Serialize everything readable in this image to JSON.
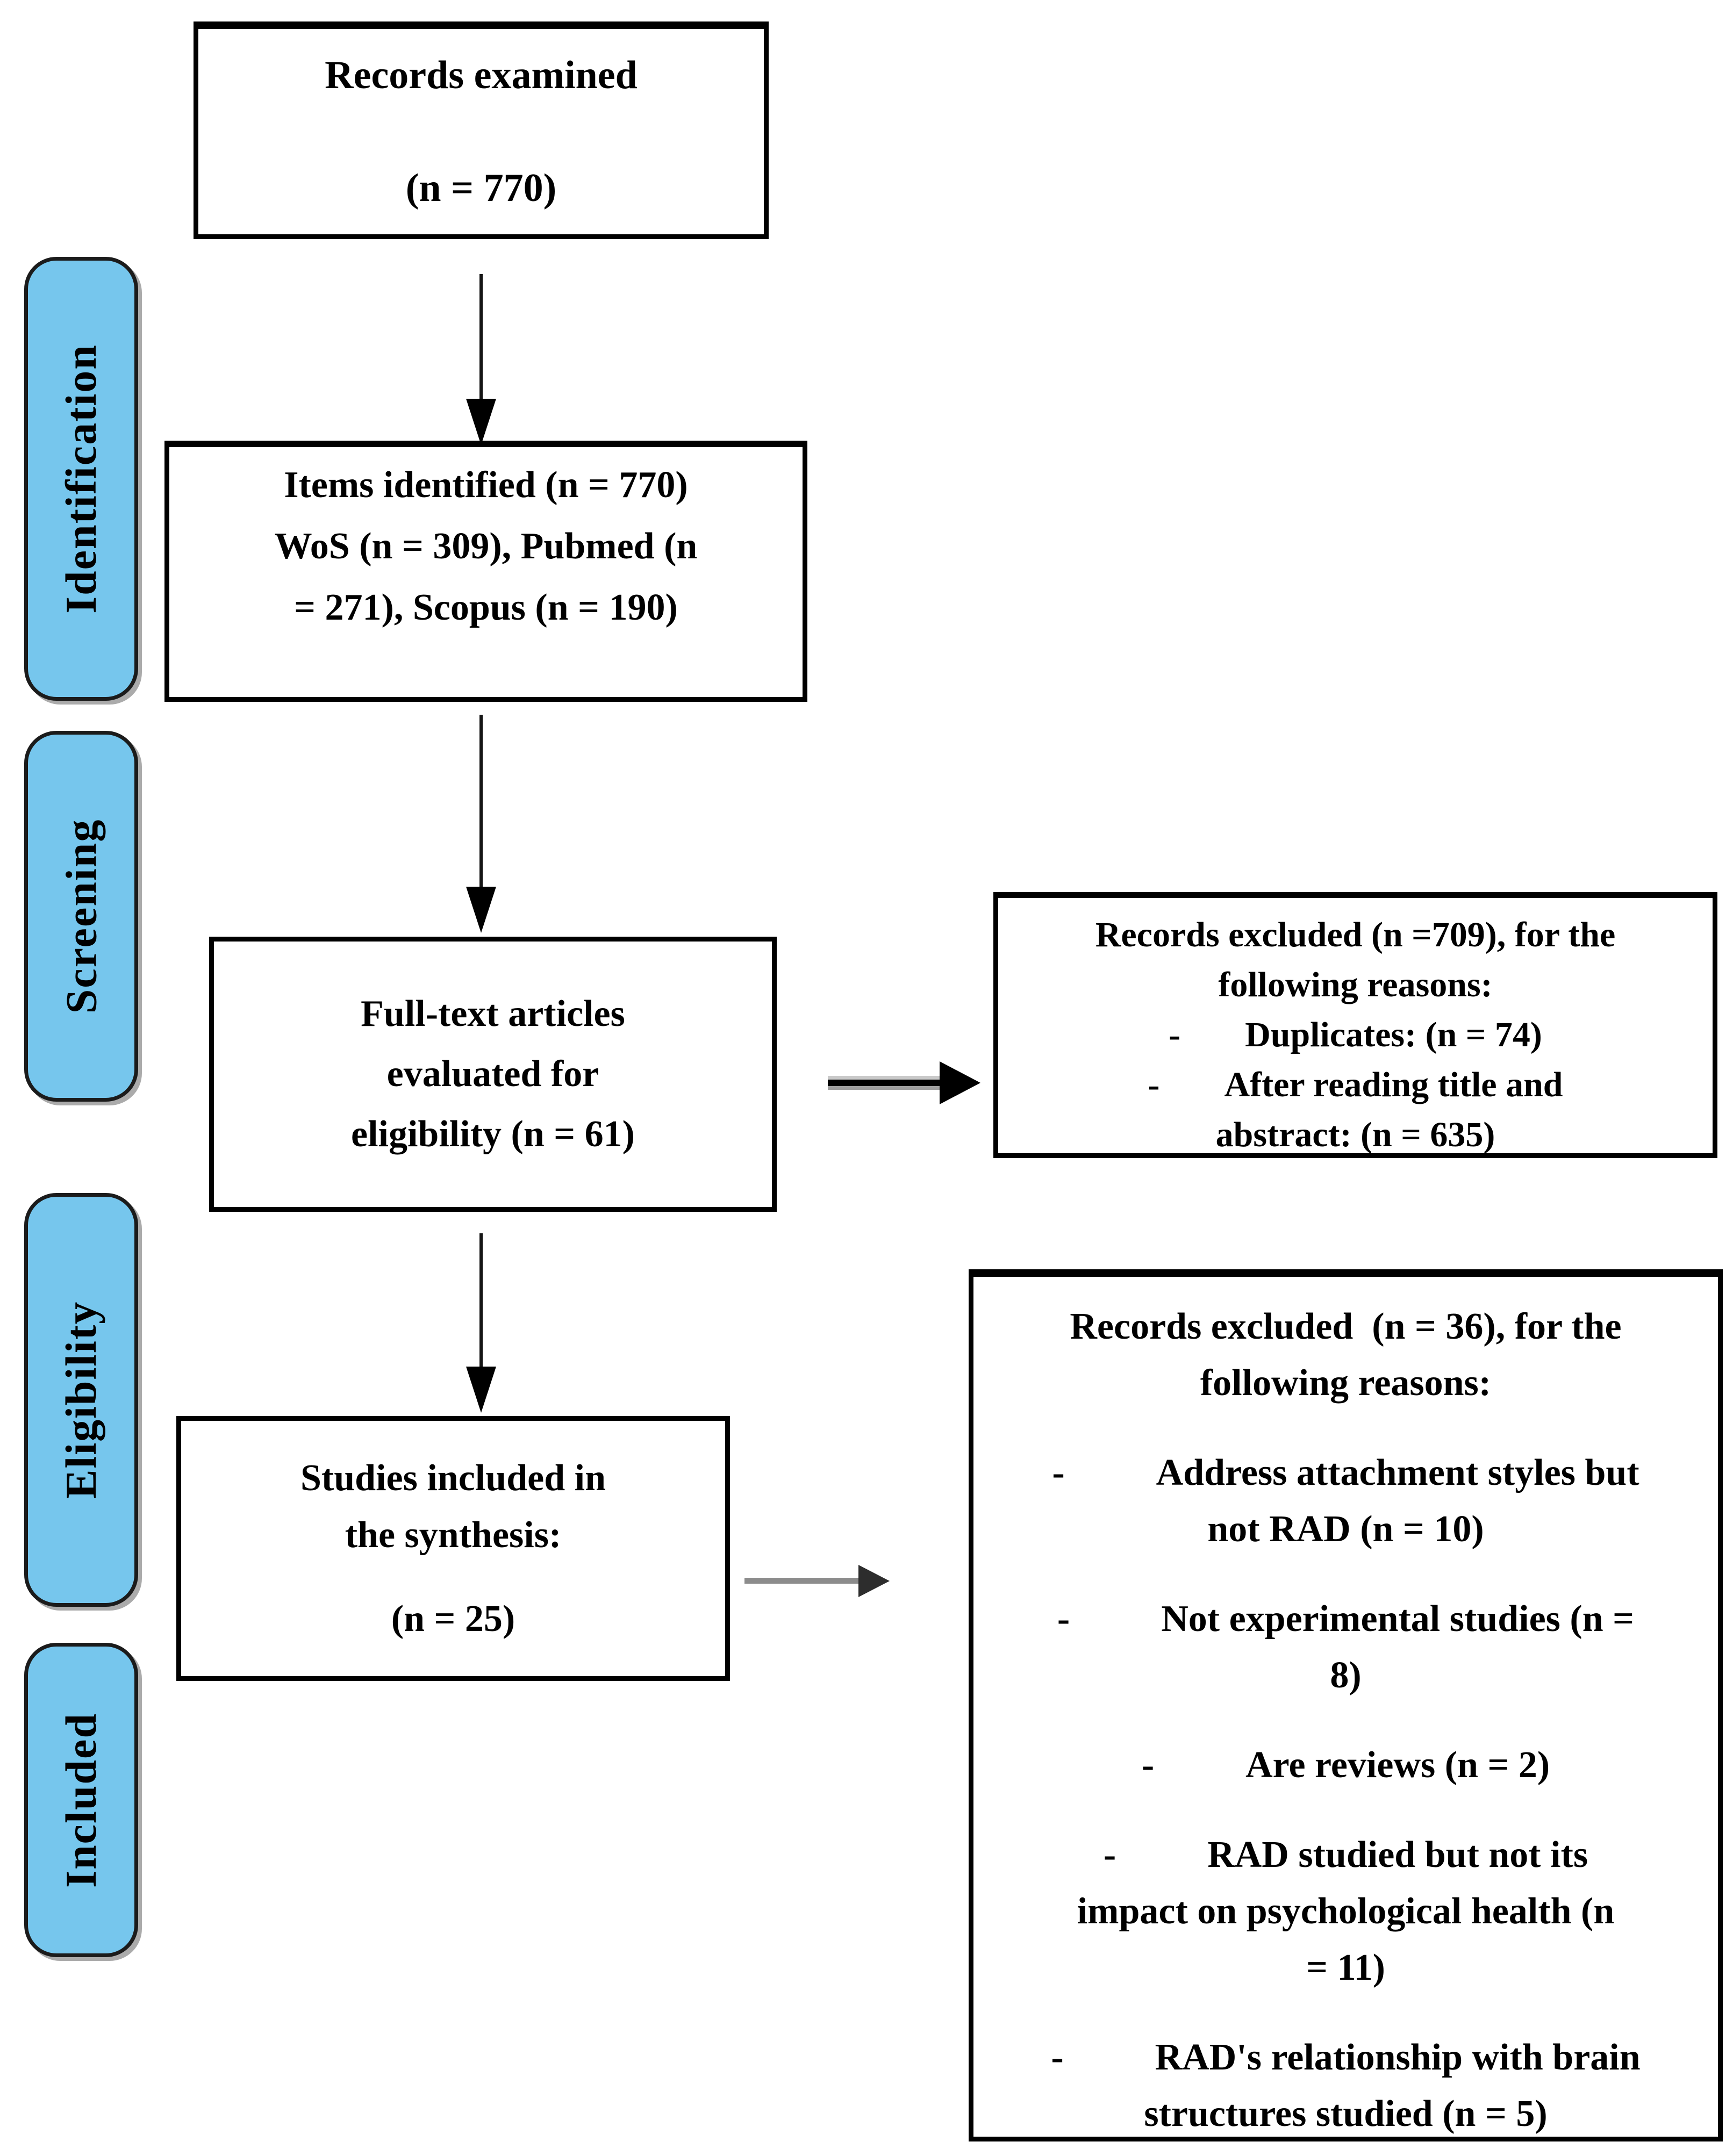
{
  "colors": {
    "background": "#FFFFFF",
    "stage_fill": "#76C6ED",
    "stage_border": "#1B1B1B",
    "box_border": "#000000",
    "arrow_black": "#000000",
    "arrow_gray": "#8C8C8C"
  },
  "stages": [
    {
      "label": "Identification"
    },
    {
      "label": "Screening"
    },
    {
      "label": "Eligibility"
    },
    {
      "label": "Included"
    }
  ],
  "boxes": {
    "records_examined": {
      "lines": [
        "Records examined",
        "(n = 770)"
      ]
    },
    "items_identified": {
      "lines": [
        "Items identified (n = 770)",
        "WoS (n = 309), Pubmed (n",
        "= 271), Scopus (n = 190)"
      ]
    },
    "fulltext": {
      "lines": [
        "Full-text articles",
        "evaluated for",
        "eligibility (n = 61)"
      ]
    },
    "synthesis": {
      "lines": [
        "Studies included in",
        "the synthesis:",
        "(n = 25)"
      ]
    },
    "excluded_screening": {
      "bullet": "-",
      "header": [
        "Records excluded (n =709), for the",
        "following reasons:"
      ],
      "items": [
        {
          "lines": [
            "Duplicates: (n = 74)"
          ]
        },
        {
          "lines": [
            "After reading title and",
            "abstract: (n = 635)"
          ]
        }
      ]
    },
    "excluded_eligibility": {
      "bullet": "-",
      "header": [
        "Records excluded  (n = 36), for the",
        "following reasons:"
      ],
      "items": [
        {
          "lines": [
            "Address attachment styles but",
            "not RAD (n = 10)"
          ]
        },
        {
          "lines": [
            "Not experimental studies (n =",
            "8)"
          ]
        },
        {
          "lines": [
            "Are reviews (n = 2)"
          ]
        },
        {
          "lines": [
            "RAD studied but not its",
            "impact on psychological health (n",
            "= 11)"
          ]
        },
        {
          "lines": [
            "RAD's relationship with brain",
            "structures studied (n = 5)"
          ]
        }
      ]
    }
  }
}
